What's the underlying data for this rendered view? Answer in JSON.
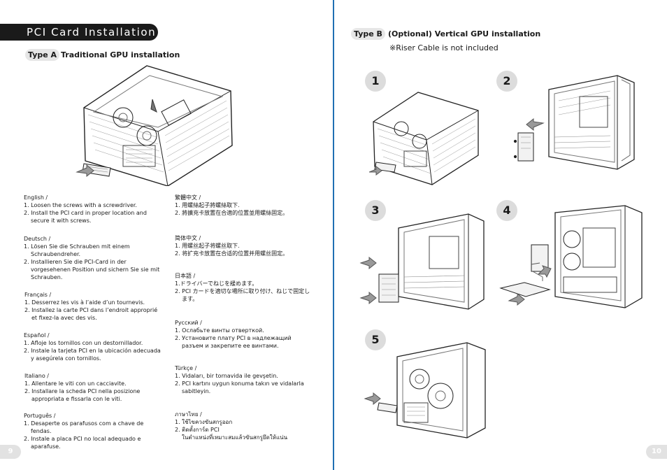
{
  "left_page": {
    "title": "PCI Card Installation",
    "type_a": {
      "badge": "Type A",
      "heading": "Traditional GPU installation"
    },
    "page_number": "9",
    "instructions": [
      {
        "lang": "English /",
        "steps": [
          "1. Loosen the screws with a screwdriver.",
          "2. Install the PCI card in proper location and secure it with screws."
        ]
      },
      {
        "lang": "Deutsch /",
        "steps": [
          "1. Lösen Sie die Schrauben mit einem Schraubendreher.",
          "2. Installieren Sie die PCI-Card in der vorgesehenen Position und sichern Sie sie mit Schrauben."
        ]
      },
      {
        "lang": "Français /",
        "steps": [
          "1. Desserrez les vis à l’aide d’un tournevis.",
          "2. Installez la carte PCI dans l’endroit approprié et fixez-la avec des vis."
        ]
      },
      {
        "lang": "Español /",
        "steps": [
          "1. Afloje los tornillos con un destornillador.",
          "2. Instale la tarjeta PCI en la ubicación adecuada y asegúrela con tornillos."
        ]
      },
      {
        "lang": "Italiano /",
        "steps": [
          "1. Allentare le viti con un cacciavite.",
          "2. Installare la scheda PCI nella posizione appropriata e fissarla con le viti."
        ]
      },
      {
        "lang": "Português /",
        "steps": [
          "1. Desaperte os parafusos com a chave de fendas.",
          "2. Instale a placa PCI no local adequado e aparafuse."
        ]
      },
      {
        "lang": "繁體中文 /",
        "steps": [
          "1. 用螺絲起子將螺絲取下.",
          "2. 將擴充卡放置在合適的位置並用螺絲固定。"
        ]
      },
      {
        "lang": "简体中文 /",
        "steps": [
          "1. 用螺丝起子将螺丝取下.",
          "2. 将扩充卡放置在合适的位置并用螺丝固定。"
        ]
      },
      {
        "lang": "日本語 /",
        "steps": [
          "1.ドライバーでねじを緩めます。",
          "2. PCI カードを適切な場所に取り付け、ねじで固定します。"
        ]
      },
      {
        "lang": "Русский /",
        "steps": [
          "1. Ослабьте винты отверткой.",
          "2. Установите плату PCI в надлежащий разъем и закрепите ее винтами."
        ]
      },
      {
        "lang": "Türkçe /",
        "steps": [
          "1. Vidaları, bir tornavida ile gevşetin.",
          "2. PCI kartını uygun konuma takın ve vidalarla sabitleyin."
        ]
      },
      {
        "lang": "ภาษาไทย /",
        "steps": [
          "1. ใช้ไขควงขันสกรูออก",
          "2. ติดตั้งการ์ด PCI\nในตำแหน่งที่เหมาะสมแล้วขันสกรูยึดให้แน่น"
        ]
      }
    ]
  },
  "right_page": {
    "type_b": {
      "badge": "Type B",
      "heading": "(Optional) Vertical GPU installation"
    },
    "note": "※Riser Cable is not included",
    "steps": [
      "1",
      "2",
      "3",
      "4",
      "5"
    ],
    "page_number": "10"
  }
}
